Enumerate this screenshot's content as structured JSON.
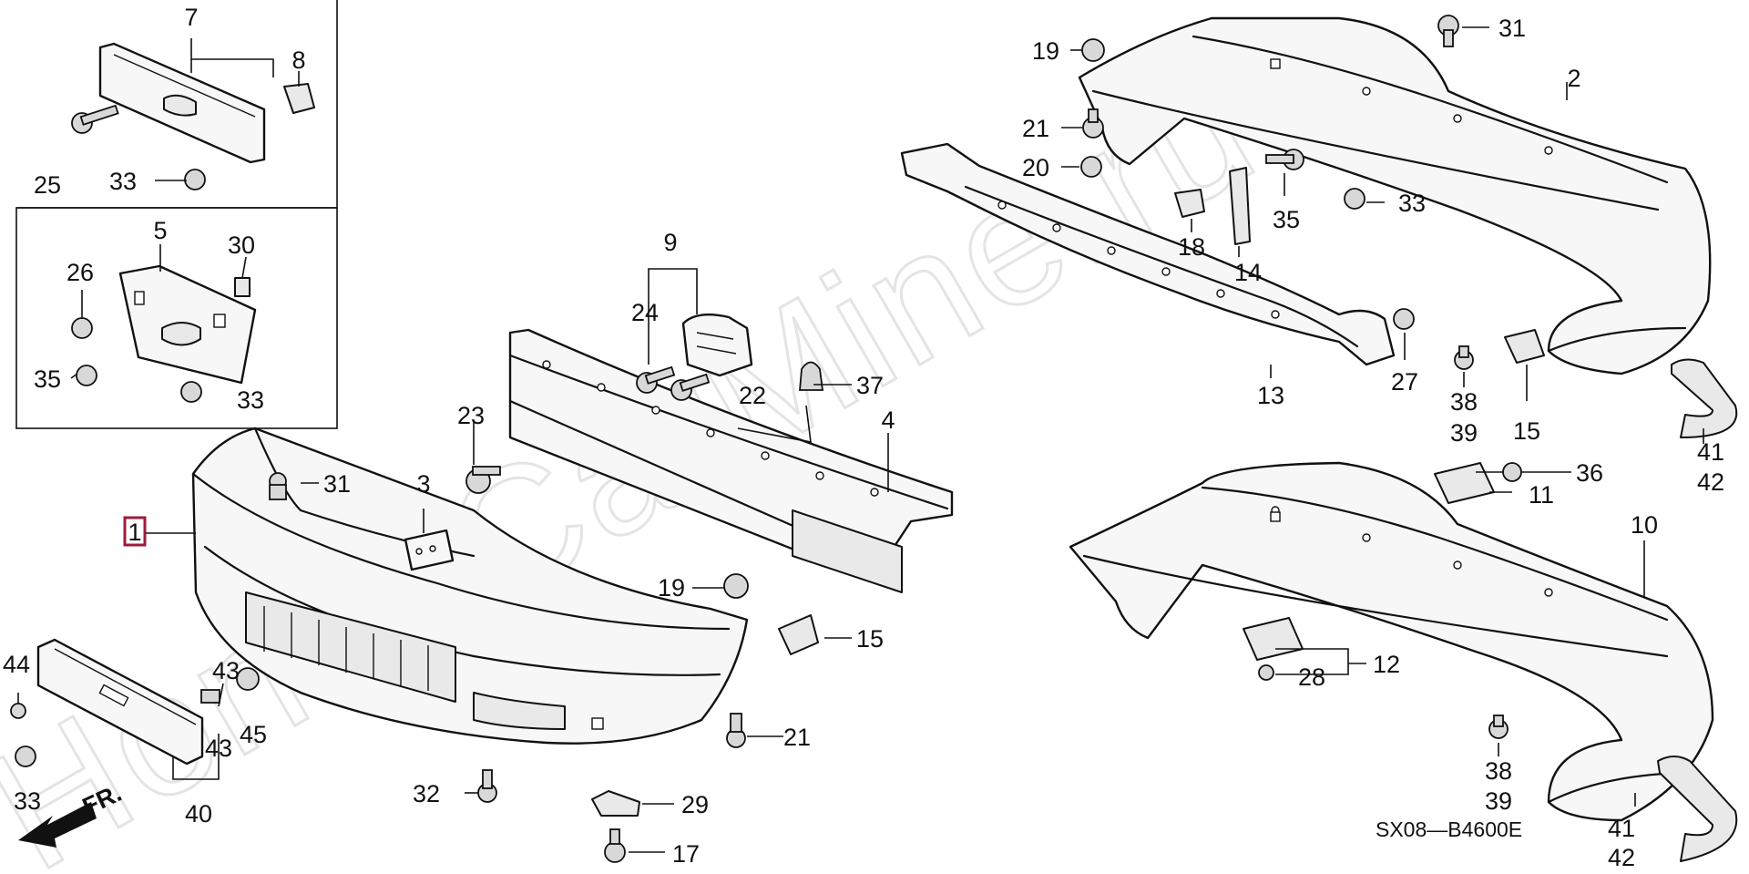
{
  "watermark": "HondaCarMine.ru",
  "drawing_code": "SX08—B4600E",
  "direction_label": "FR.",
  "callouts": {
    "c1": "1",
    "c2": "2",
    "c3": "3",
    "c4": "4",
    "c5": "5",
    "c7": "7",
    "c8": "8",
    "c9": "9",
    "c10": "10",
    "c11": "11",
    "c12": "12",
    "c13": "13",
    "c14": "14",
    "c15a": "15",
    "c15b": "15",
    "c17": "17",
    "c18": "18",
    "c19a": "19",
    "c19b": "19",
    "c20": "20",
    "c21a": "21",
    "c21b": "21",
    "c22": "22",
    "c23": "23",
    "c24": "24",
    "c25": "25",
    "c26": "26",
    "c27": "27",
    "c28": "28",
    "c29": "29",
    "c30": "30",
    "c31a": "31",
    "c31b": "31",
    "c32": "32",
    "c33a": "33",
    "c33b": "33",
    "c33c": "33",
    "c33d": "33",
    "c35a": "35",
    "c35b": "35",
    "c36": "36",
    "c37": "37",
    "c38a": "38",
    "c39a": "39",
    "c38b": "38",
    "c39b": "39",
    "c40": "40",
    "c41a": "41",
    "c42a": "42",
    "c41b": "41",
    "c42b": "42",
    "c43a": "43",
    "c43b": "43",
    "c44": "44",
    "c45": "45"
  },
  "colors": {
    "ink": "#111111",
    "highlight": "#9b1c3a",
    "watermark": "#e4e4e4"
  }
}
